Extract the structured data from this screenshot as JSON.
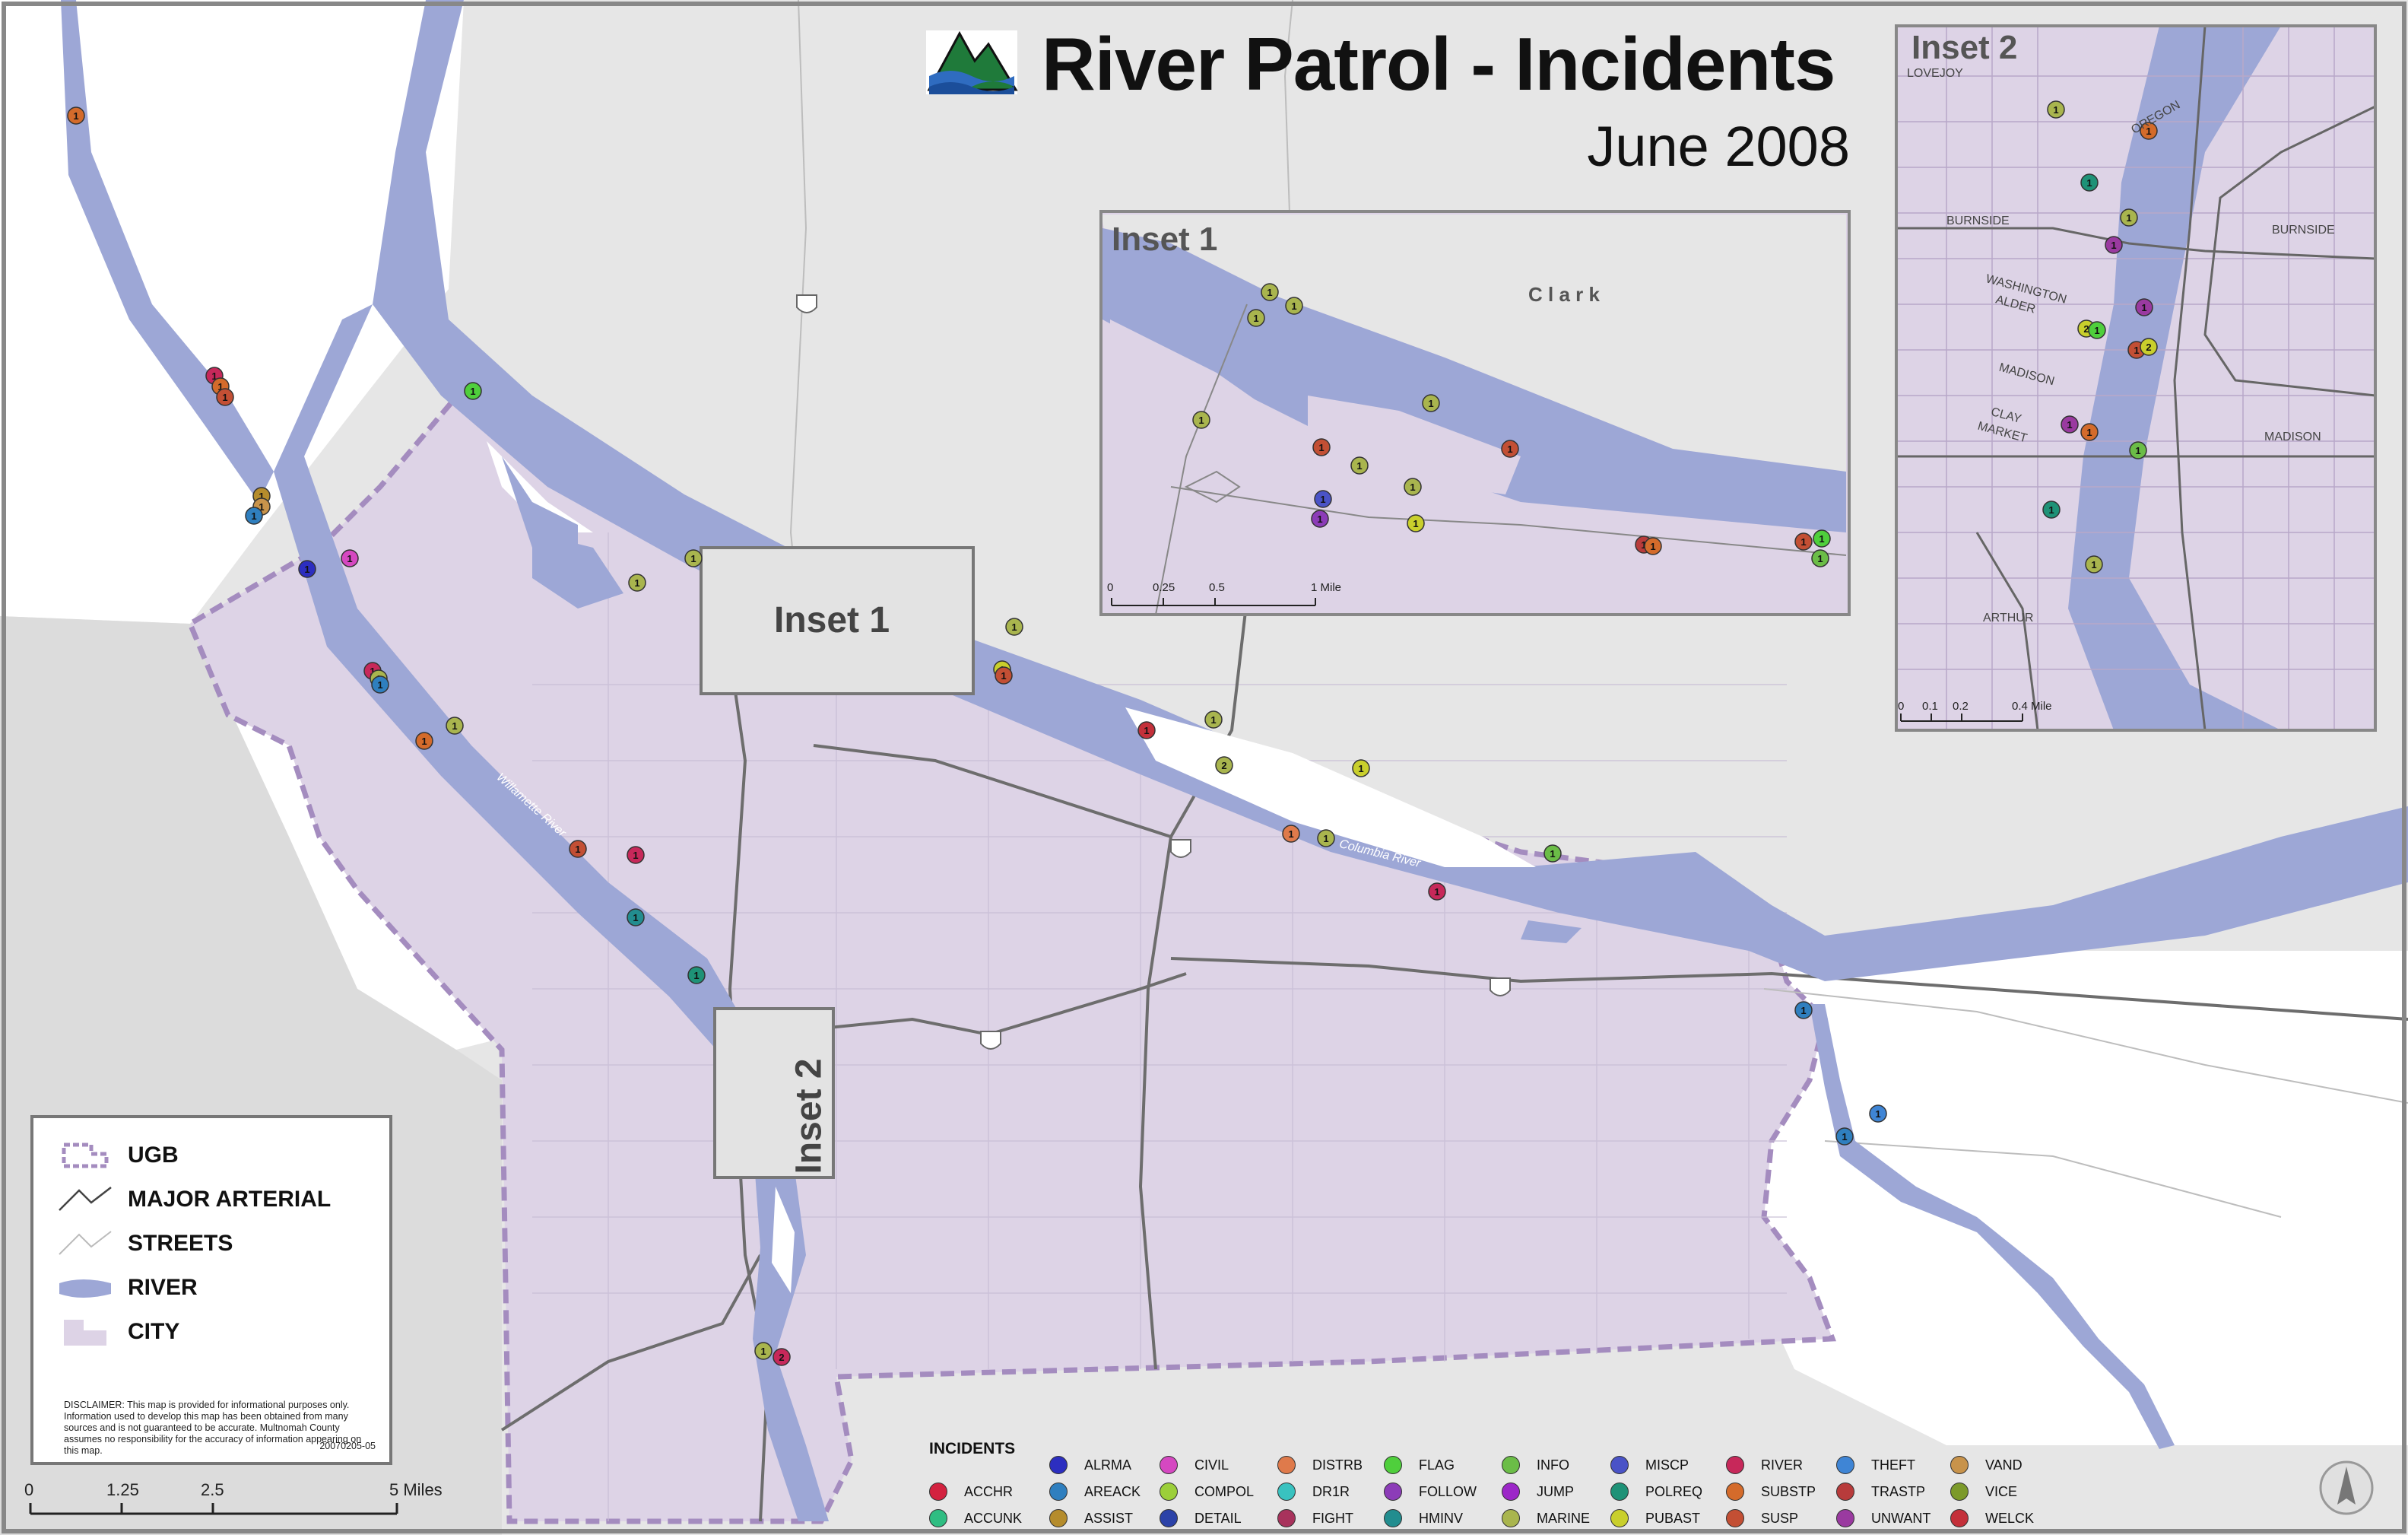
{
  "map": {
    "title": "River Patrol - Incidents",
    "subtitle": "June 2008",
    "inset1_box_label": "Inset 1",
    "inset2_box_label": "Inset 2",
    "inset1_title": "Inset 1",
    "inset2_title": "Inset 2",
    "inset1_place": "C l a r k",
    "inset1_scale": [
      "0",
      "0.25",
      "0.5",
      "1 Mile"
    ],
    "inset2_scale": [
      "0",
      "0.1",
      "0.2",
      "0.4 Mile"
    ],
    "inset2_streets": [
      "LOVEJOY",
      "OREGON",
      "BURNSIDE",
      "BURNSIDE",
      "WASHINGTON",
      "ALDER",
      "MADISON",
      "CLAY",
      "MARKET",
      "MADISON",
      "ARTHUR"
    ],
    "river_labels": [
      "Willamette River",
      "Columbia River"
    ],
    "colors": {
      "city": "#ddd3e6",
      "river": "#9da7d6",
      "background": "#e6e6e6",
      "ugb": "#a48cbf",
      "frame": "#888888"
    }
  },
  "legend": {
    "items": [
      "UGB",
      "MAJOR ARTERIAL",
      "STREETS",
      "RIVER",
      "CITY"
    ],
    "disclaimer": "DISCLAIMER: This map is provided for informational purposes only. Information used to develop this map has been obtained from many sources and is not guaranteed to be accurate. Multnomah County assumes no responsibility for the accuracy of information appearing on this map.",
    "code": "20070205-05"
  },
  "scalebar": {
    "labels": [
      "0",
      "1.25",
      "2.5",
      "5 Miles"
    ]
  },
  "incidents": {
    "title": "INCIDENTS",
    "types": [
      {
        "code": "ACCHR",
        "color": "#d3223f"
      },
      {
        "code": "ACCUNK",
        "color": "#2fbd82"
      },
      {
        "code": "ALRMA",
        "color": "#2c2ec0"
      },
      {
        "code": "AREACK",
        "color": "#2f7fbf"
      },
      {
        "code": "ASSIST",
        "color": "#b58c2c"
      },
      {
        "code": "CIVIL",
        "color": "#d548c1"
      },
      {
        "code": "COMPOL",
        "color": "#9ccf3a"
      },
      {
        "code": "DETAIL",
        "color": "#2b42a8"
      },
      {
        "code": "DISTRB",
        "color": "#df7a4b"
      },
      {
        "code": "DR1R",
        "color": "#39c2c0"
      },
      {
        "code": "FIGHT",
        "color": "#a8325c"
      },
      {
        "code": "FLAG",
        "color": "#4fcf3c"
      },
      {
        "code": "FOLLOW",
        "color": "#8c3cb8"
      },
      {
        "code": "HMINV",
        "color": "#228d8f"
      },
      {
        "code": "INFO",
        "color": "#6bbd47"
      },
      {
        "code": "JUMP",
        "color": "#9c27c8"
      },
      {
        "code": "MARINE",
        "color": "#a9b54e"
      },
      {
        "code": "MISCP",
        "color": "#4a53c7"
      },
      {
        "code": "POLREQ",
        "color": "#1e9277"
      },
      {
        "code": "PUBAST",
        "color": "#c9cf2c"
      },
      {
        "code": "RIVER",
        "color": "#c7285a"
      },
      {
        "code": "SUBSTP",
        "color": "#d46b2b"
      },
      {
        "code": "SUSP",
        "color": "#c34f34"
      },
      {
        "code": "THEFT",
        "color": "#3f85d5"
      },
      {
        "code": "TRASTP",
        "color": "#b83b3b"
      },
      {
        "code": "UNWANT",
        "color": "#9a3aa0"
      },
      {
        "code": "VAND",
        "color": "#c8934b"
      },
      {
        "code": "VICE",
        "color": "#7c9a2a"
      },
      {
        "code": "WELCK",
        "color": "#c4303a"
      }
    ],
    "markers": [
      {
        "type": "SUBSTP",
        "label": "1"
      },
      {
        "type": "RIVER",
        "label": "1"
      },
      {
        "type": "SUBSTP",
        "label": "1"
      },
      {
        "type": "SUSP",
        "label": "1"
      },
      {
        "type": "ASSIST",
        "label": "1"
      },
      {
        "type": "VAND",
        "label": "1"
      },
      {
        "type": "AREACK",
        "label": "1"
      },
      {
        "type": "ALRMA",
        "label": "1"
      },
      {
        "type": "CIVIL",
        "label": "1"
      },
      {
        "type": "MARINE",
        "label": "1"
      },
      {
        "type": "RIVER",
        "label": "1"
      },
      {
        "type": "MARINE",
        "label": "1"
      },
      {
        "type": "AREACK",
        "label": "1"
      },
      {
        "type": "SUBSTP",
        "label": "1"
      },
      {
        "type": "MARINE",
        "label": "1"
      },
      {
        "type": "SUSP",
        "label": "1"
      },
      {
        "type": "RIVER",
        "label": "1"
      },
      {
        "type": "HMINV",
        "label": "1"
      },
      {
        "type": "POLREQ",
        "label": "1"
      },
      {
        "type": "FLAG",
        "label": "1"
      },
      {
        "type": "MARINE",
        "label": "1"
      },
      {
        "type": "MARINE",
        "label": "1"
      },
      {
        "type": "PUBAST",
        "label": "1"
      },
      {
        "type": "SUSP",
        "label": "1"
      },
      {
        "type": "MARINE",
        "label": "1"
      },
      {
        "type": "WELCK",
        "label": "1"
      },
      {
        "type": "MARINE",
        "label": "2"
      },
      {
        "type": "PUBAST",
        "label": "1"
      },
      {
        "type": "DISTRB",
        "label": "1"
      },
      {
        "type": "MARINE",
        "label": "1"
      },
      {
        "type": "RIVER",
        "label": "1"
      },
      {
        "type": "INFO",
        "label": "1"
      },
      {
        "type": "AREACK",
        "label": "1"
      },
      {
        "type": "THEFT",
        "label": "1"
      },
      {
        "type": "AREACK",
        "label": "1"
      },
      {
        "type": "MARINE",
        "label": "1"
      },
      {
        "type": "RIVER",
        "label": "2"
      },
      {
        "type": "MARINE",
        "label": "1"
      },
      {
        "type": "MARINE",
        "label": "1"
      },
      {
        "type": "MARINE",
        "label": "1"
      },
      {
        "type": "MARINE",
        "label": "1"
      },
      {
        "type": "MARINE",
        "label": "1"
      },
      {
        "type": "SUSP",
        "label": "1"
      },
      {
        "type": "MARINE",
        "label": "1"
      },
      {
        "type": "MARINE",
        "label": "1"
      },
      {
        "type": "MISCP",
        "label": "1"
      },
      {
        "type": "SUSP",
        "label": "1"
      },
      {
        "type": "FOLLOW",
        "label": "1"
      },
      {
        "type": "PUBAST",
        "label": "1"
      },
      {
        "type": "TRASTP",
        "label": "1"
      },
      {
        "type": "SUBSTP",
        "label": "1"
      },
      {
        "type": "SUSP",
        "label": "1"
      },
      {
        "type": "FLAG",
        "label": "1"
      },
      {
        "type": "INFO",
        "label": "1"
      },
      {
        "type": "SUBSTP",
        "label": "1"
      },
      {
        "type": "MARINE",
        "label": "1"
      },
      {
        "type": "POLREQ",
        "label": "1"
      },
      {
        "type": "MARINE",
        "label": "1"
      },
      {
        "type": "UNWANT",
        "label": "1"
      },
      {
        "type": "UNWANT",
        "label": "1"
      },
      {
        "type": "PUBAST",
        "label": "2"
      },
      {
        "type": "FLAG",
        "label": "1"
      },
      {
        "type": "SUSP",
        "label": "1"
      },
      {
        "type": "PUBAST",
        "label": "2"
      },
      {
        "type": "UNWANT",
        "label": "1"
      },
      {
        "type": "SUBSTP",
        "label": "1"
      },
      {
        "type": "INFO",
        "label": "1"
      },
      {
        "type": "POLREQ",
        "label": "1"
      },
      {
        "type": "MARINE",
        "label": "1"
      }
    ]
  }
}
